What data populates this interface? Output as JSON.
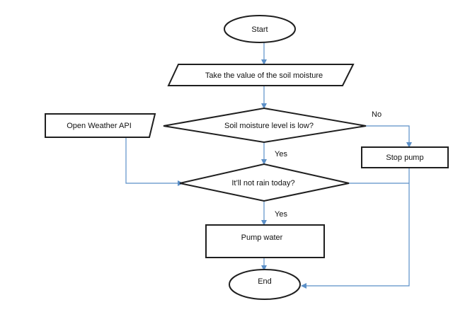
{
  "diagram": {
    "nodes": {
      "start": "Start",
      "take_value": "Take the value of the soil moisture",
      "api": "Open Weather API",
      "decision_moisture": "Soil moisture level is low?",
      "stop_pump": "Stop pump",
      "decision_rain": "It’ll not rain today?",
      "pump_water": "Pump water",
      "end": "End"
    },
    "edge_labels": {
      "no": "No",
      "yes_moisture": "Yes",
      "yes_rain": "Yes"
    }
  },
  "colors": {
    "connector": "#5b8fc7",
    "shape_stroke": "#1f1f1f"
  }
}
